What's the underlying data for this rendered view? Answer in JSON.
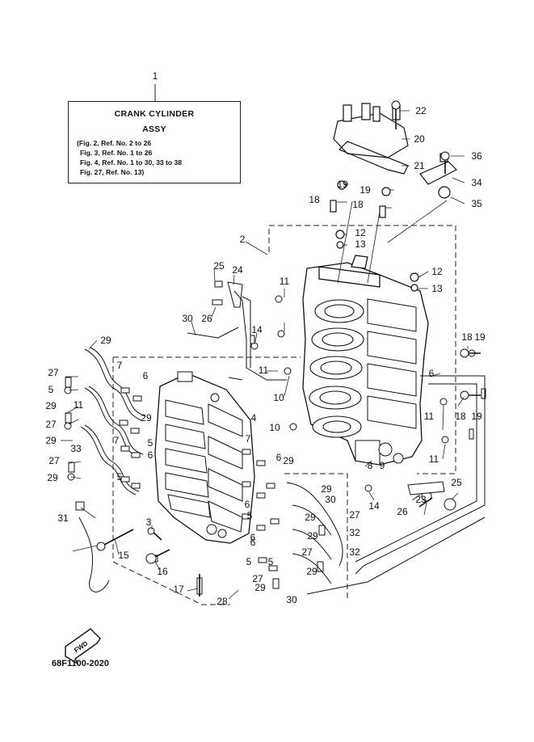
{
  "title_box": {
    "line1": "CRANK CYLINDER",
    "line2": "ASSY",
    "refs": [
      "(Fig. 2, Ref. No. 2 to 26",
      "Fig. 3, Ref. No. 1 to 26",
      "Fig. 4, Ref. No. 1 to 30, 33 to 38",
      "Fig. 27, Ref. No. 13)"
    ]
  },
  "fwd_label": "FWD",
  "diagram_code": "68F1100-2020",
  "callouts": [
    "1",
    "22",
    "20",
    "21",
    "36",
    "34",
    "35",
    "19",
    "18",
    "19",
    "18",
    "12",
    "13",
    "2",
    "12",
    "13",
    "25",
    "24",
    "11",
    "26",
    "30",
    "11",
    "14",
    "18",
    "19",
    "29",
    "27",
    "7",
    "6",
    "5",
    "29",
    "27",
    "29",
    "6",
    "11",
    "10",
    "29",
    "33",
    "7",
    "5",
    "6",
    "10",
    "8",
    "9",
    "11",
    "18",
    "19",
    "4",
    "7",
    "29",
    "6",
    "27",
    "5",
    "6",
    "29",
    "11",
    "29",
    "23",
    "25",
    "26",
    "14",
    "31",
    "3",
    "6",
    "5",
    "30",
    "27",
    "29",
    "32",
    "15",
    "16",
    "5",
    "6",
    "29",
    "27",
    "32",
    "17",
    "28",
    "27",
    "29",
    "30",
    "5",
    "29"
  ]
}
